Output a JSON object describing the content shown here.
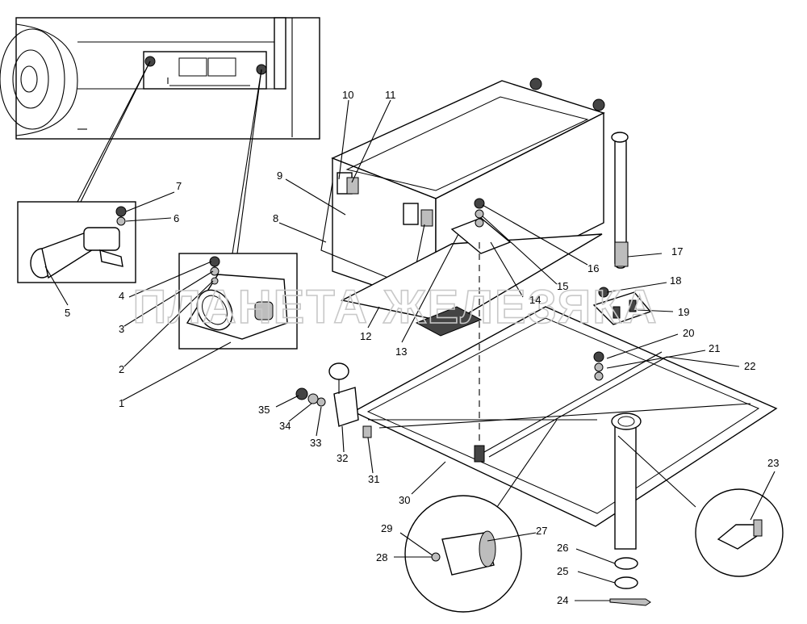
{
  "watermark": "ПЛАНЕТА ЖЕЛЕЗЯКА",
  "callouts": [
    {
      "id": "c1",
      "text": "1"
    },
    {
      "id": "c2",
      "text": "2"
    },
    {
      "id": "c3",
      "text": "3"
    },
    {
      "id": "c4",
      "text": "4"
    },
    {
      "id": "c5",
      "text": "5"
    },
    {
      "id": "c6",
      "text": "6"
    },
    {
      "id": "c7",
      "text": "7"
    },
    {
      "id": "c8",
      "text": "8"
    },
    {
      "id": "c9",
      "text": "9"
    },
    {
      "id": "c10",
      "text": "10"
    },
    {
      "id": "c11",
      "text": "11"
    },
    {
      "id": "c12",
      "text": "12"
    },
    {
      "id": "c13",
      "text": "13"
    },
    {
      "id": "c14",
      "text": "14"
    },
    {
      "id": "c15",
      "text": "15"
    },
    {
      "id": "c16",
      "text": "16"
    },
    {
      "id": "c17",
      "text": "17"
    },
    {
      "id": "c18",
      "text": "18"
    },
    {
      "id": "c19",
      "text": "19"
    },
    {
      "id": "c20",
      "text": "20"
    },
    {
      "id": "c21",
      "text": "21"
    },
    {
      "id": "c22",
      "text": "22"
    },
    {
      "id": "c23",
      "text": "23"
    },
    {
      "id": "c24",
      "text": "24"
    },
    {
      "id": "c25",
      "text": "25"
    },
    {
      "id": "c26",
      "text": "26"
    },
    {
      "id": "c27",
      "text": "27"
    },
    {
      "id": "c28",
      "text": "28"
    },
    {
      "id": "c29",
      "text": "29"
    },
    {
      "id": "c30",
      "text": "30"
    },
    {
      "id": "c31",
      "text": "31"
    },
    {
      "id": "c32",
      "text": "32"
    },
    {
      "id": "c33",
      "text": "33"
    },
    {
      "id": "c34",
      "text": "34"
    },
    {
      "id": "c35",
      "text": "35"
    }
  ]
}
